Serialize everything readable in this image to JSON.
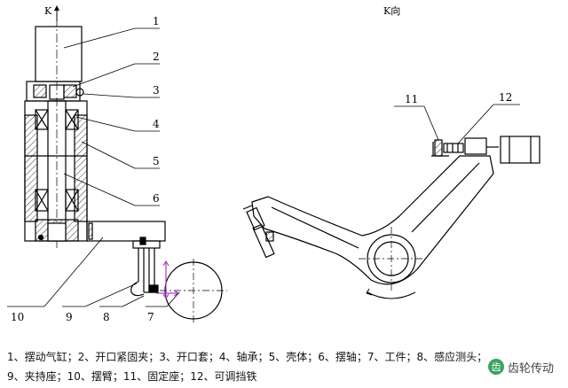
{
  "view_labels": {
    "arrow_label": "K",
    "view_title": "K向"
  },
  "callouts": [
    "1",
    "2",
    "3",
    "4",
    "5",
    "6",
    "10",
    "9",
    "8",
    "7",
    "11",
    "12"
  ],
  "legend": [
    "1、摆动气缸；",
    "2、开口紧固夹；",
    "3、开口套；",
    "4、轴承；",
    "5、壳体；",
    "6、摆轴；",
    "7、工件；",
    "8、感应测头；",
    "9、夹持座；",
    "10、摆臂；",
    "11、固定座；",
    "12、可调挡铁"
  ],
  "watermark": {
    "text": "齿轮传动",
    "logo_glyph": "齿"
  },
  "colors": {
    "line": "#000000",
    "hatch": "#333333",
    "accent": "#b03cc8",
    "watermark": "#3aa35c"
  }
}
